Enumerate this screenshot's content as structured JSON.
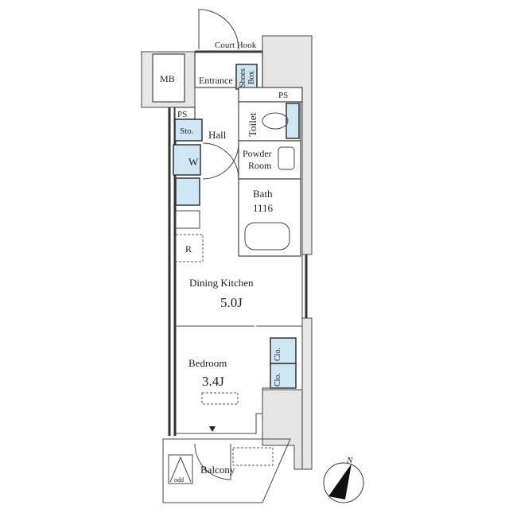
{
  "plan": {
    "rooms": {
      "mb": "MB",
      "court_hook": "Court Hook",
      "entrance": "Entrance",
      "shoes_box_1": "Shoes",
      "shoes_box_2": "Box",
      "ps_top": "PS",
      "ps_left": "PS",
      "toilet": "Toilet",
      "storage": "Sto.",
      "hall": "Hall",
      "powder_room_1": "Powder",
      "powder_room_2": "Room",
      "washer": "W",
      "bath": "Bath",
      "bath_size": "1116",
      "fridge": "R",
      "dining_kitchen": "Dining Kitchen",
      "dining_kitchen_size": "5.0J",
      "bedroom": "Bedroom",
      "bedroom_size": "3.4J",
      "closet_1": "Clo.",
      "closet_2": "Clo.",
      "balcony": "Balcony",
      "odd": "odd"
    },
    "compass": {
      "label": "N",
      "icon": "north-arrow-icon"
    },
    "colors": {
      "fixture_blue": "#cfe6f5",
      "shared_gray": "#e6e6e6"
    }
  }
}
